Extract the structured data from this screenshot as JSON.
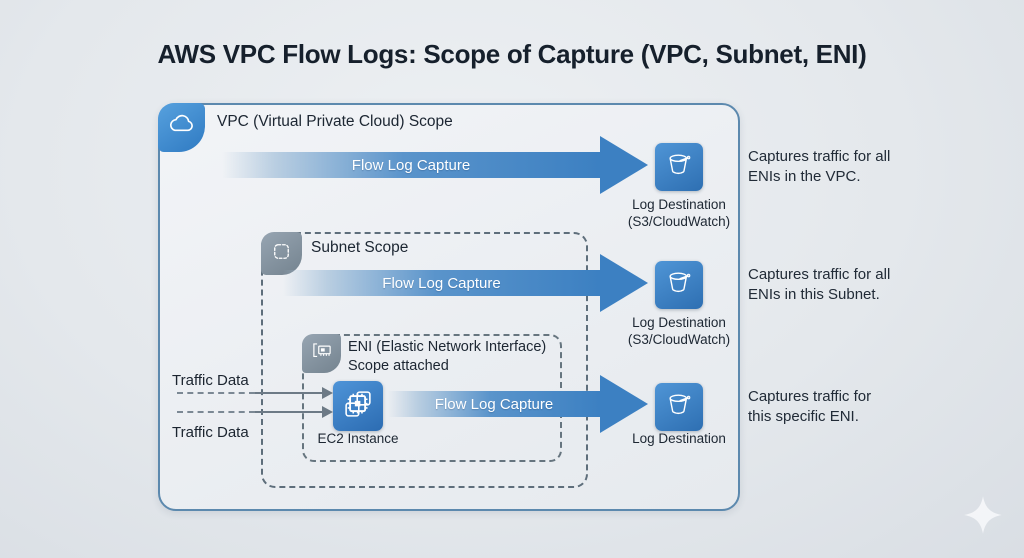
{
  "title": "AWS VPC Flow Logs: Scope of Capture (VPC, Subnet, ENI)",
  "scopes": {
    "vpc": {
      "label": "VPC (Virtual Private Cloud) Scope",
      "icon": "cloud-icon"
    },
    "subnet": {
      "label": "Subnet Scope",
      "icon": "dashed-square-icon"
    },
    "eni": {
      "label_line1": "ENI (Elastic Network Interface)",
      "label_line2": "Scope attached",
      "icon": "network-card-icon"
    }
  },
  "flows": [
    {
      "scope": "VPC",
      "arrow_label": "Flow Log Capture",
      "destination_line1": "Log Destination",
      "destination_line2": "(S3/CloudWatch)",
      "destination_icon": "bucket-icon",
      "caption_line1": "Captures traffic for all",
      "caption_line2": "ENIs in the VPC."
    },
    {
      "scope": "Subnet",
      "arrow_label": "Flow Log Capture",
      "destination_line1": "Log Destination",
      "destination_line2": "(S3/CloudWatch)",
      "destination_icon": "bucket-icon",
      "caption_line1": "Captures traffic for all",
      "caption_line2": "ENIs in this Subnet."
    },
    {
      "scope": "ENI",
      "arrow_label": "Flow Log Capture",
      "destination_line1": "Log Destination",
      "destination_line2": "",
      "destination_icon": "bucket-icon",
      "caption_line1": "Captures traffic for",
      "caption_line2": "this specific ENI."
    }
  ],
  "traffic_inputs": [
    {
      "label": "Traffic Data"
    },
    {
      "label": "Traffic Data"
    }
  ],
  "ec2": {
    "label": "EC2 Instance",
    "icon": "chip-icon"
  },
  "decorations": {
    "sparkle": "sparkle-icon"
  },
  "colors": {
    "background": "#e3e7eb",
    "title_text": "#16202c",
    "vpc_border": "#5c89ae",
    "dashed_border": "#5e6e7b",
    "arrow_blue": "#3c80c2",
    "icon_blue_tile": "#3579bd",
    "icon_gray_tile": "#83929f",
    "arrow_text": "#ffffff",
    "body_text": "#1d2733"
  }
}
